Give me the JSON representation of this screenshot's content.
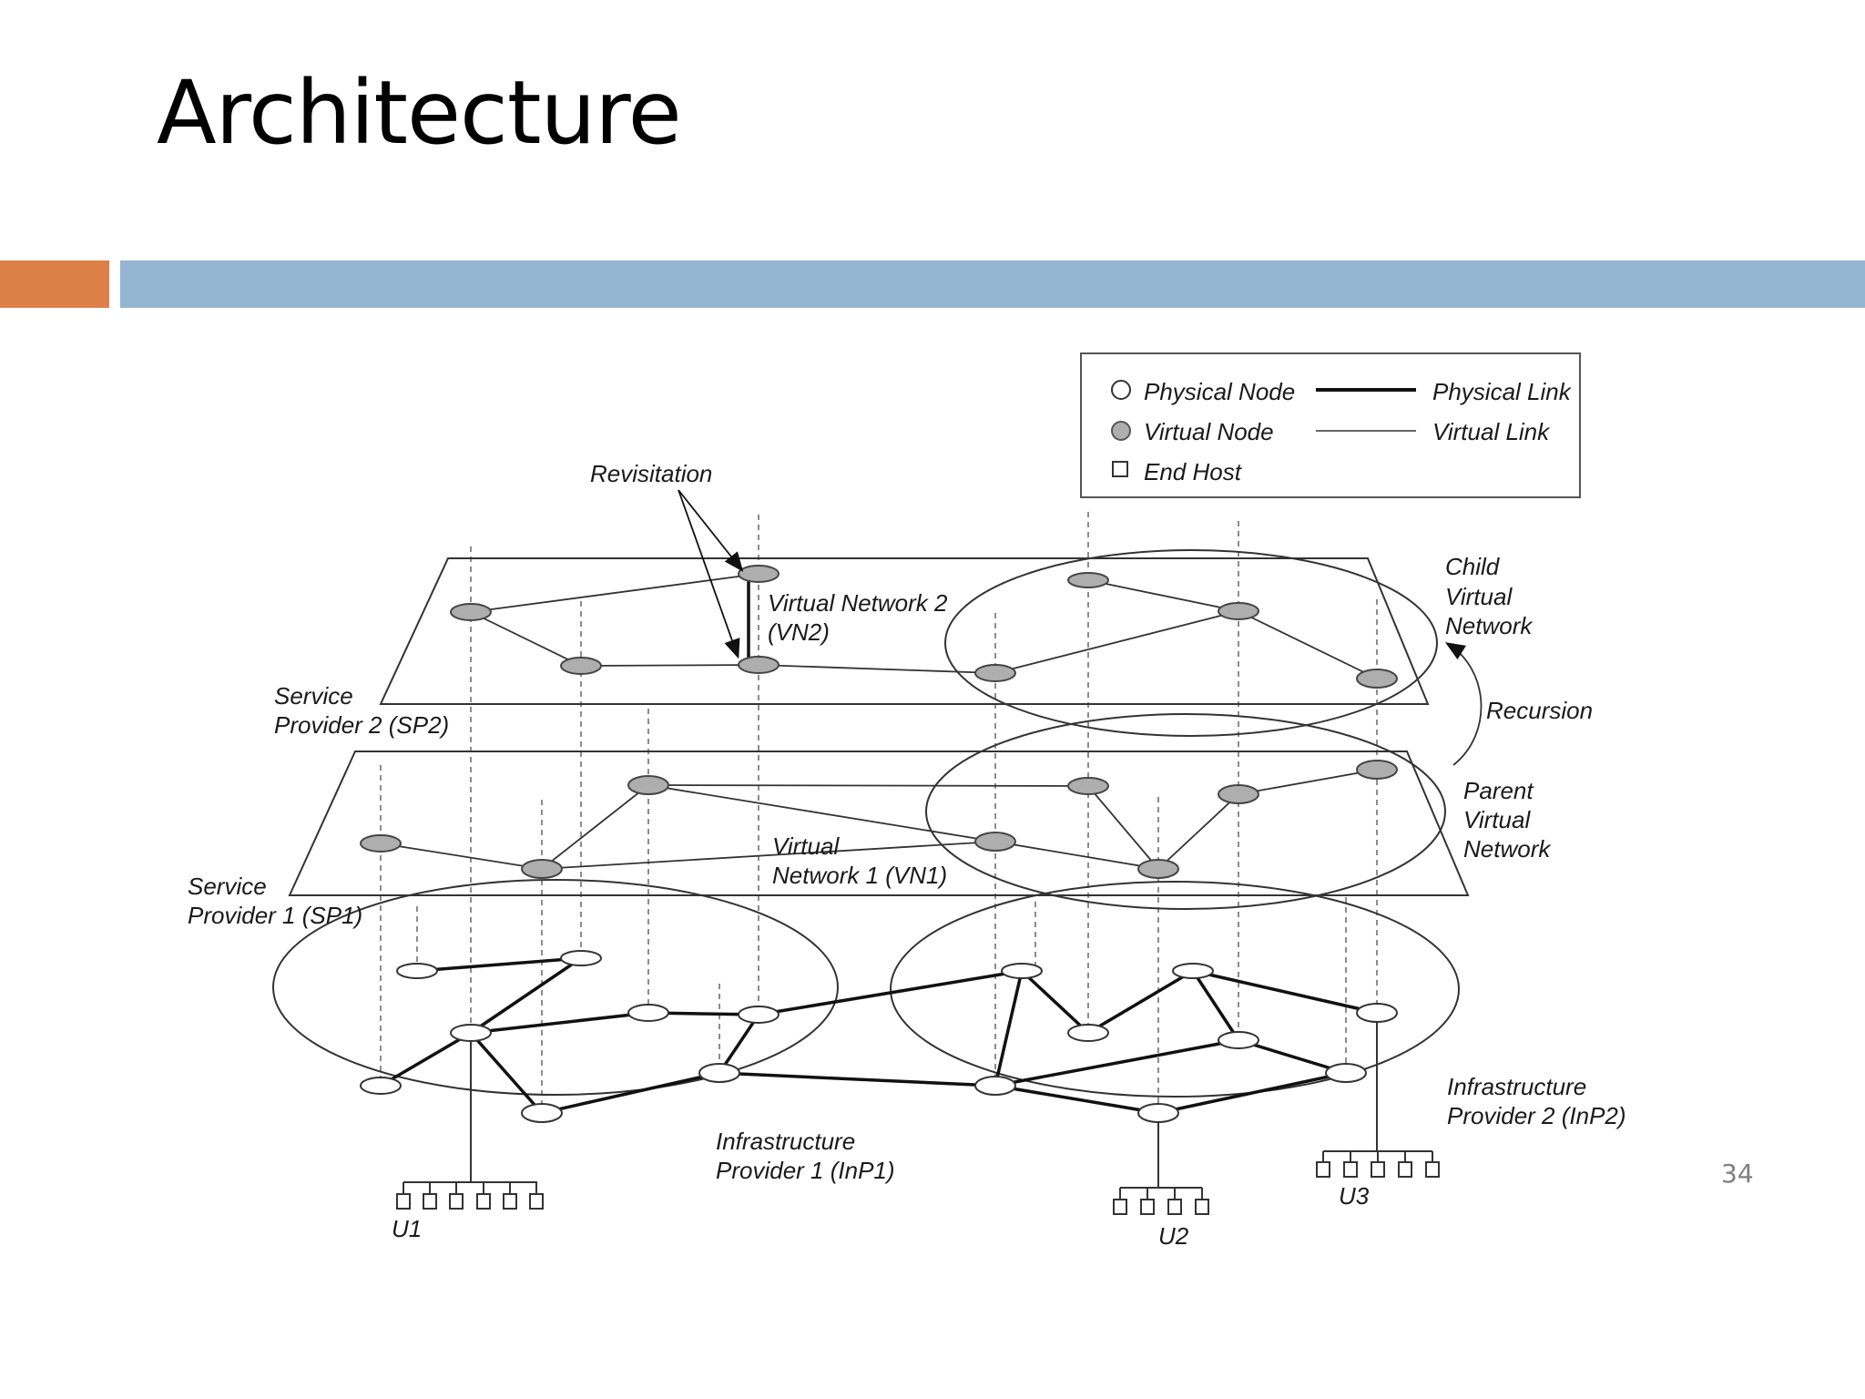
{
  "slide": {
    "title": "Architecture",
    "page_number": "34"
  },
  "colors": {
    "accent_orange": "#dd8047",
    "accent_blue": "#94b6d2",
    "virtual_node_fill": "#aeaeae"
  },
  "legend": {
    "physical_node": "Physical Node",
    "virtual_node": "Virtual Node",
    "end_host": "End Host",
    "physical_link": "Physical Link",
    "virtual_link": "Virtual Link"
  },
  "labels": {
    "revisitation": "Revisitation",
    "vn2_line1": "Virtual Network 2",
    "vn2_line2": "(VN2)",
    "child_line1": "Child",
    "child_line2": "Virtual",
    "child_line3": "Network",
    "recursion": "Recursion",
    "sp2_line1": "Service",
    "sp2_line2": "Provider 2 (SP2)",
    "parent_line1": "Parent",
    "parent_line2": "Virtual",
    "parent_line3": "Network",
    "vn1_line1": "Virtual",
    "vn1_line2": "Network 1 (VN1)",
    "sp1_line1": "Service",
    "sp1_line2": "Provider 1 (SP1)",
    "inp1_line1": "Infrastructure",
    "inp1_line2": "Provider 1 (InP1)",
    "inp2_line1": "Infrastructure",
    "inp2_line2": "Provider 2 (InP2)",
    "u1": "U1",
    "u2": "U2",
    "u3": "U3"
  }
}
